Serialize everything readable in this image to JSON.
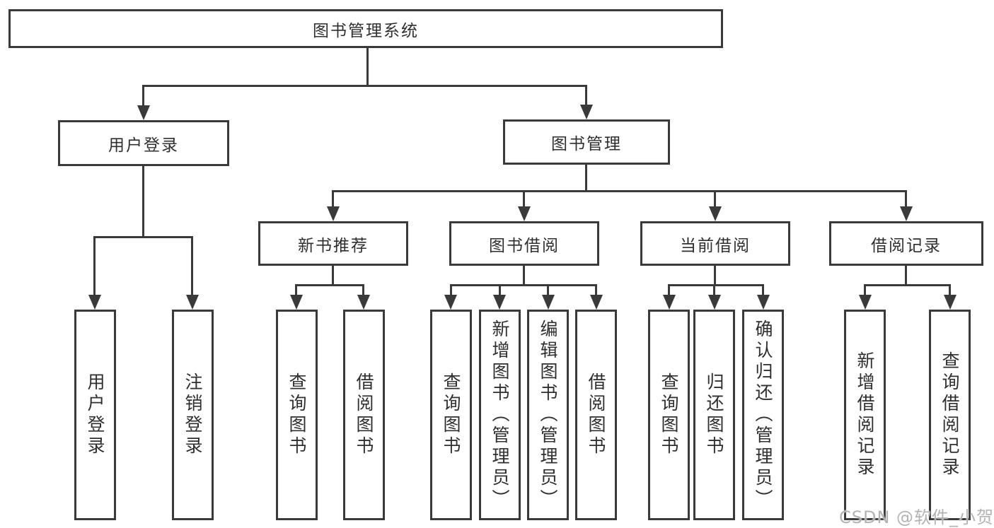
{
  "diagram_title": "图书管理系统",
  "colors": {
    "line": "#3a3a3a",
    "text": "#2f2f2f",
    "background": "#ffffff",
    "watermark": "#b3b3b3"
  },
  "nodes": {
    "root": "图书管理系统",
    "user_login": "用户登录",
    "book_management": "图书管理",
    "new_book_recommend": "新书推荐",
    "book_borrow": "图书借阅",
    "current_borrow": "当前借阅",
    "borrow_records": "借阅记录",
    "leaves": {
      "user_login": [
        "用户登录",
        "注销登录"
      ],
      "new_book_recommend": [
        "查询图书",
        "借阅图书"
      ],
      "book_borrow": [
        "查询图书",
        "新增图书（管理员）",
        "编辑图书（管理员）",
        "借阅图书"
      ],
      "current_borrow": [
        "查询图书",
        "归还图书",
        "确认归还（管理员）"
      ],
      "borrow_records": [
        "新增借阅记录",
        "查询借阅记录"
      ]
    }
  },
  "watermark": "CSDN @软件_小贺同学"
}
